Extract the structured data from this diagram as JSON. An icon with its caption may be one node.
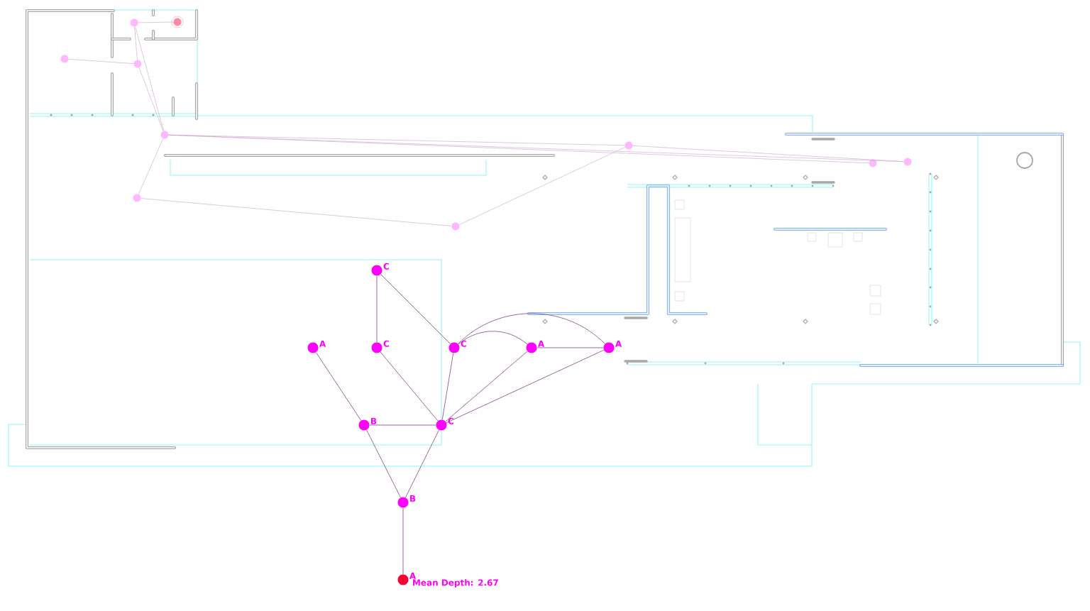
{
  "diagram": {
    "nodes": [
      {
        "text": [],
        "shape": "circle"
      },
      {
        "text": [],
        "shape": "circle"
      },
      {
        "text": [],
        "shape": "circle"
      },
      {
        "text": [],
        "shape": "circle"
      },
      {
        "text": [],
        "shape": "circle"
      },
      {
        "text": [],
        "shape": "circle"
      },
      {
        "text": [],
        "shape": "circle"
      },
      {
        "text": [],
        "shape": "circle"
      },
      {
        "text": [],
        "shape": "circle"
      },
      {
        "text": [],
        "shape": "circle"
      },
      {
        "text": [
          "C"
        ]
      },
      {
        "text": [
          "A"
        ]
      },
      {
        "text": [
          "C"
        ]
      },
      {
        "text": [
          "C"
        ]
      },
      {
        "text": [
          "A"
        ]
      },
      {
        "text": [
          "A"
        ]
      },
      {
        "text": [
          "B"
        ]
      },
      {
        "text": [
          "C"
        ]
      },
      {
        "text": [
          "B"
        ]
      },
      {
        "text": [
          "A"
        ],
        "beside": [
          "Mean Depth: 2.67"
        ]
      }
    ],
    "edges": [
      {
        "from": 1,
        "to": 0,
        "arrow": "none",
        "color": "#c8a2c8"
      },
      {
        "from": 2,
        "to": 3,
        "arrow": "none",
        "color": "#c8a2c8"
      },
      {
        "from": 1,
        "to": 3,
        "arrow": "none",
        "color": "#c8a2c8"
      },
      {
        "from": 1,
        "to": 4,
        "arrow": "none",
        "color": "#c8a2c8"
      },
      {
        "from": 3,
        "to": 4,
        "arrow": "none",
        "color": "#c8a2c8"
      },
      {
        "from": 4,
        "to": 5,
        "arrow": "none",
        "color": "#c8a2c8"
      },
      {
        "from": 4,
        "to": 6,
        "arrow": "none",
        "color": "#c8a2c8"
      },
      {
        "from": 4,
        "to": 7,
        "arrow": "none",
        "color": "#c8a2c8"
      },
      {
        "from": 5,
        "to": 7,
        "arrow": "none",
        "color": "#c8a2c8"
      },
      {
        "from": 4,
        "to": 8,
        "arrow": "none",
        "color": "#c8a2c8"
      },
      {
        "from": 8,
        "to": 9,
        "arrow": "none",
        "color": "#c8a2c8"
      },
      {
        "from": 9,
        "to": 5,
        "arrow": "none",
        "color": "#c8a2c8"
      },
      {
        "from": 10,
        "to": 12,
        "arrow": "none"
      },
      {
        "from": 10,
        "to": 13,
        "arrow": "none"
      },
      {
        "from": 11,
        "to": 16,
        "arrow": "none"
      },
      {
        "from": 12,
        "to": 17,
        "arrow": "none"
      },
      {
        "from": 13,
        "to": 17,
        "arrow": "none"
      },
      {
        "from": 13,
        "to": 14,
        "arrow": "none"
      },
      {
        "from": 13,
        "to": 15,
        "arrow": "none"
      },
      {
        "from": 14,
        "to": 15,
        "arrow": "none"
      },
      {
        "from": 14,
        "to": 17,
        "arrow": "none"
      },
      {
        "from": 15,
        "to": 17,
        "arrow": "none"
      },
      {
        "from": 16,
        "to": 17,
        "arrow": "none"
      },
      {
        "from": 16,
        "to": 18,
        "arrow": "none"
      },
      {
        "from": 17,
        "to": 18,
        "arrow": "none"
      },
      {
        "from": 18,
        "to": 19,
        "arrow": "none"
      }
    ]
  }
}
